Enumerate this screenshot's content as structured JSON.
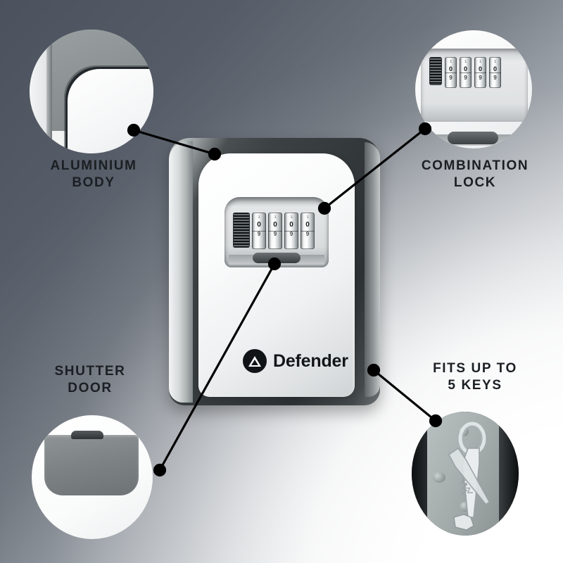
{
  "product": {
    "brand": "Defender",
    "brand_mark": "triangle-in-circle-logo",
    "type": "wall-mounted combination key safe",
    "dials": [
      "0",
      "0",
      "0",
      "0"
    ],
    "dial_digits_above": [
      "1",
      "1",
      "1",
      "1"
    ],
    "dial_digits_below": [
      "9",
      "9",
      "9",
      "9"
    ]
  },
  "callouts": [
    {
      "id": "aluminium",
      "label": "ALUMINIUM\nBODY",
      "position": "top-left",
      "detail": "close-up of rounded aluminium body corner"
    },
    {
      "id": "lock",
      "label": "COMBINATION\nLOCK",
      "position": "top-right",
      "detail": "close-up of four-dial combination lock"
    },
    {
      "id": "shutter",
      "label": "SHUTTER\nDOOR",
      "position": "bottom-left",
      "detail": "close-up of sliding shutter door"
    },
    {
      "id": "keys",
      "label": "FITS UP TO\n5 KEYS",
      "position": "bottom-right",
      "detail": "close-up of keys on a ring inside the safe cavity"
    }
  ],
  "colors": {
    "background_dark": "#4b525d",
    "background_light": "#ffffff",
    "text": "#1b1f23",
    "leader_line": "#000000",
    "body_dark": "#33383b",
    "face_light": "#fbfcfc"
  }
}
